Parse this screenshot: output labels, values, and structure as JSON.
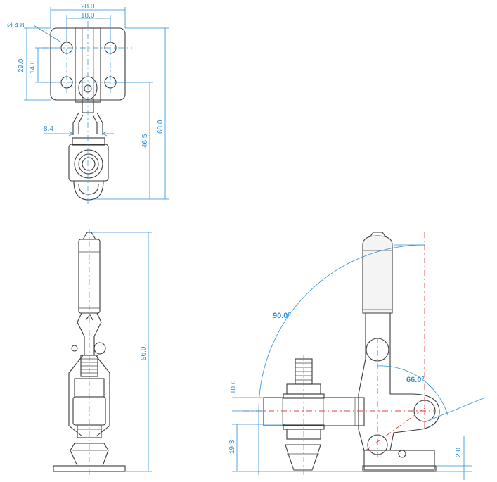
{
  "dimensions": {
    "top_width_outer": "28.0",
    "top_width_inner": "18.0",
    "hole_diameter": "Ø 4.8",
    "top_height_outer": "29.0",
    "top_height_inner": "14.0",
    "spindle_width": "8.4",
    "reach_inner": "46.5",
    "reach_outer": "68.0",
    "overall_height": "96.0",
    "arm_height": "10.0",
    "base_to_arm": "19.3",
    "base_thickness": "2.0"
  },
  "angles": {
    "handle_swing": "90.0°",
    "arm_opening": "66.0°"
  },
  "colors": {
    "dimension": "#2b8fd6",
    "centerline": "#e04040",
    "outline": "#3a3a3a"
  }
}
